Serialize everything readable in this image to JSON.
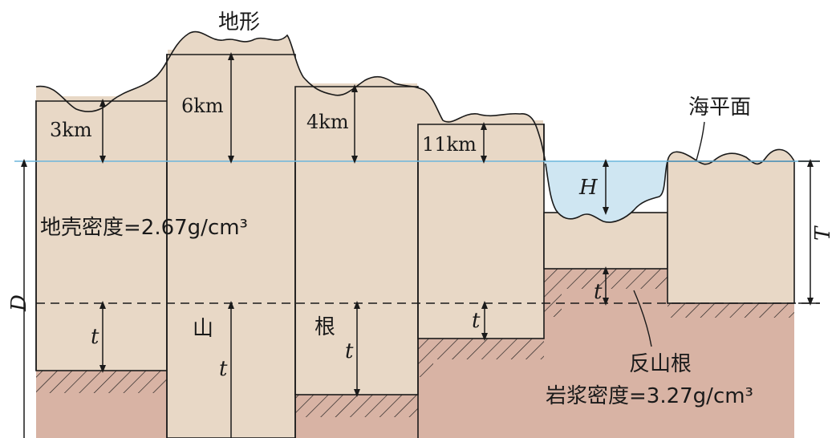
{
  "labels": {
    "terrain": "地形",
    "sea_level": "海平面",
    "crust_density": "地壳密度=2.67g/cm³",
    "mountain_root": "山",
    "root": "根",
    "anti_root": "反山根",
    "magma_density": "岩浆密度=3.27g/cm³"
  },
  "elevations": {
    "e1": "3km",
    "e2": "6km",
    "e3": "4km",
    "e4": "11km"
  },
  "symbols": {
    "depth": "D",
    "thickness": "T",
    "water_depth": "H",
    "root_t1": "t",
    "root_t2": "t",
    "root_t3": "t",
    "root_t4": "t",
    "anti_root_t": "t"
  },
  "colors": {
    "crust": "#e8d8c6",
    "mantle": "#d8b3a4",
    "water": "#cfe6f2",
    "sea_line": "#6cb6dc",
    "outline": "#1a1a1a"
  }
}
